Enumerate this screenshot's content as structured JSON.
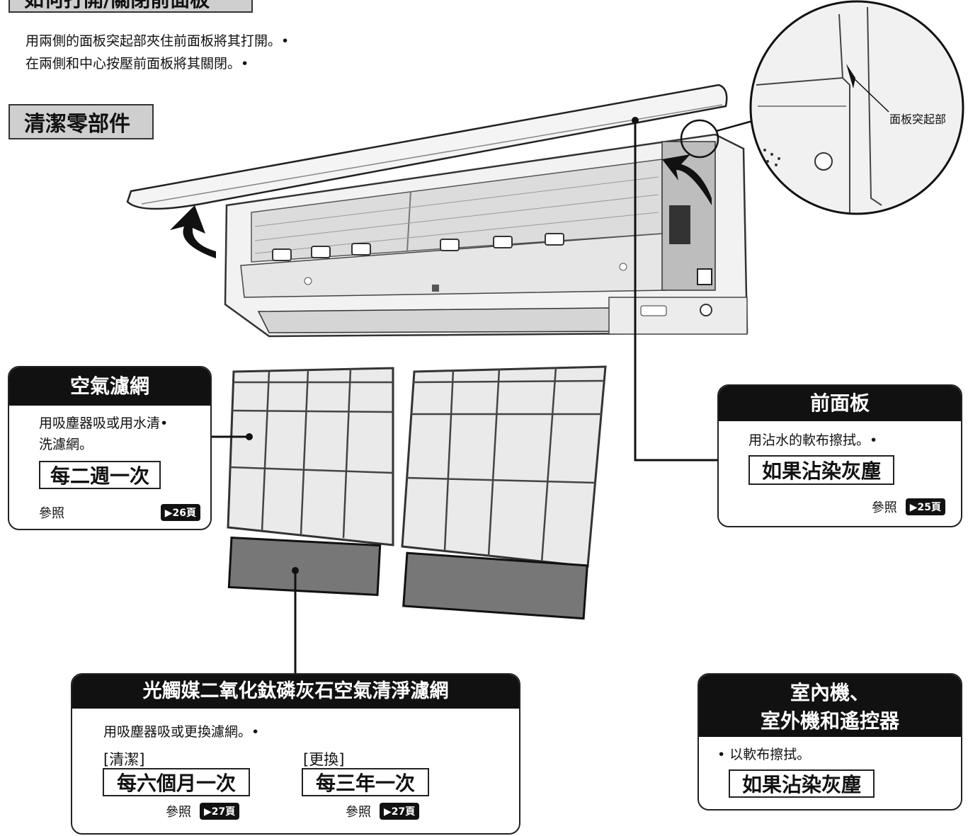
{
  "page": {
    "top_heading": "如何打開/關閉前面板",
    "intro_lines": [
      "用兩側的面板突起部夾住前面板將其打開。•",
      "在兩側和中心按壓前面板將其關閉。•"
    ],
    "section_heading": "清潔零部件",
    "callout_label": "面板突起部"
  },
  "cards": {
    "air_filter": {
      "title": "空氣濾網",
      "desc_line1": "用吸塵器吸或用水清•",
      "desc_line2": "洗濾網。",
      "frequency": "每二週一次",
      "ref_label": "參照",
      "ref_page": "▶26頁"
    },
    "front_panel": {
      "title": "前面板",
      "desc": "用沾水的軟布擦拭。•",
      "frequency": "如果沾染灰塵",
      "ref_label": "參照",
      "ref_page": "▶25頁"
    },
    "photocatalyst": {
      "title": "光觸媒二氧化鈦磷灰石空氣清淨濾網",
      "desc": "用吸塵器吸或更換濾網。•",
      "clean_label": "[清潔]",
      "clean_frequency": "每六個月一次",
      "clean_ref_label": "參照",
      "clean_ref_page": "▶27頁",
      "replace_label": "[更換]",
      "replace_frequency": "每三年一次",
      "replace_ref_label": "參照",
      "replace_ref_page": "▶27頁"
    },
    "units": {
      "title_line1": "室內機、",
      "title_line2": "室外機和遙控器",
      "desc": "• 以軟布擦拭。",
      "frequency": "如果沾染灰塵"
    }
  }
}
